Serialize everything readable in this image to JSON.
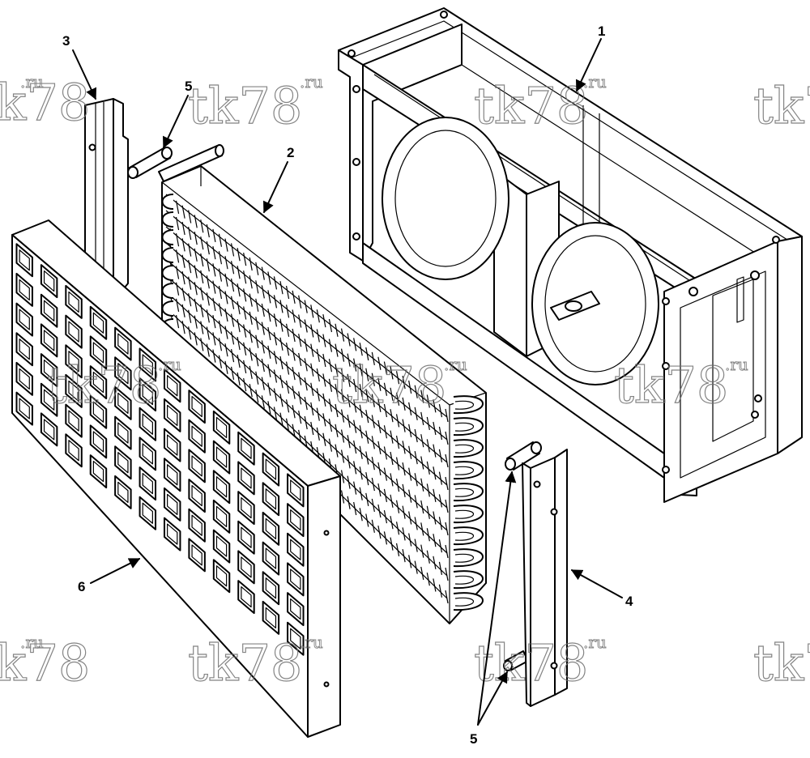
{
  "callouts": {
    "frame": "1",
    "coil": "2",
    "left_bracket": "3",
    "right_bracket": "4",
    "pin_top": "5",
    "pins_bottom": "5",
    "grille": "6"
  },
  "watermark": {
    "main": "tk78",
    "sub": ".ru"
  }
}
